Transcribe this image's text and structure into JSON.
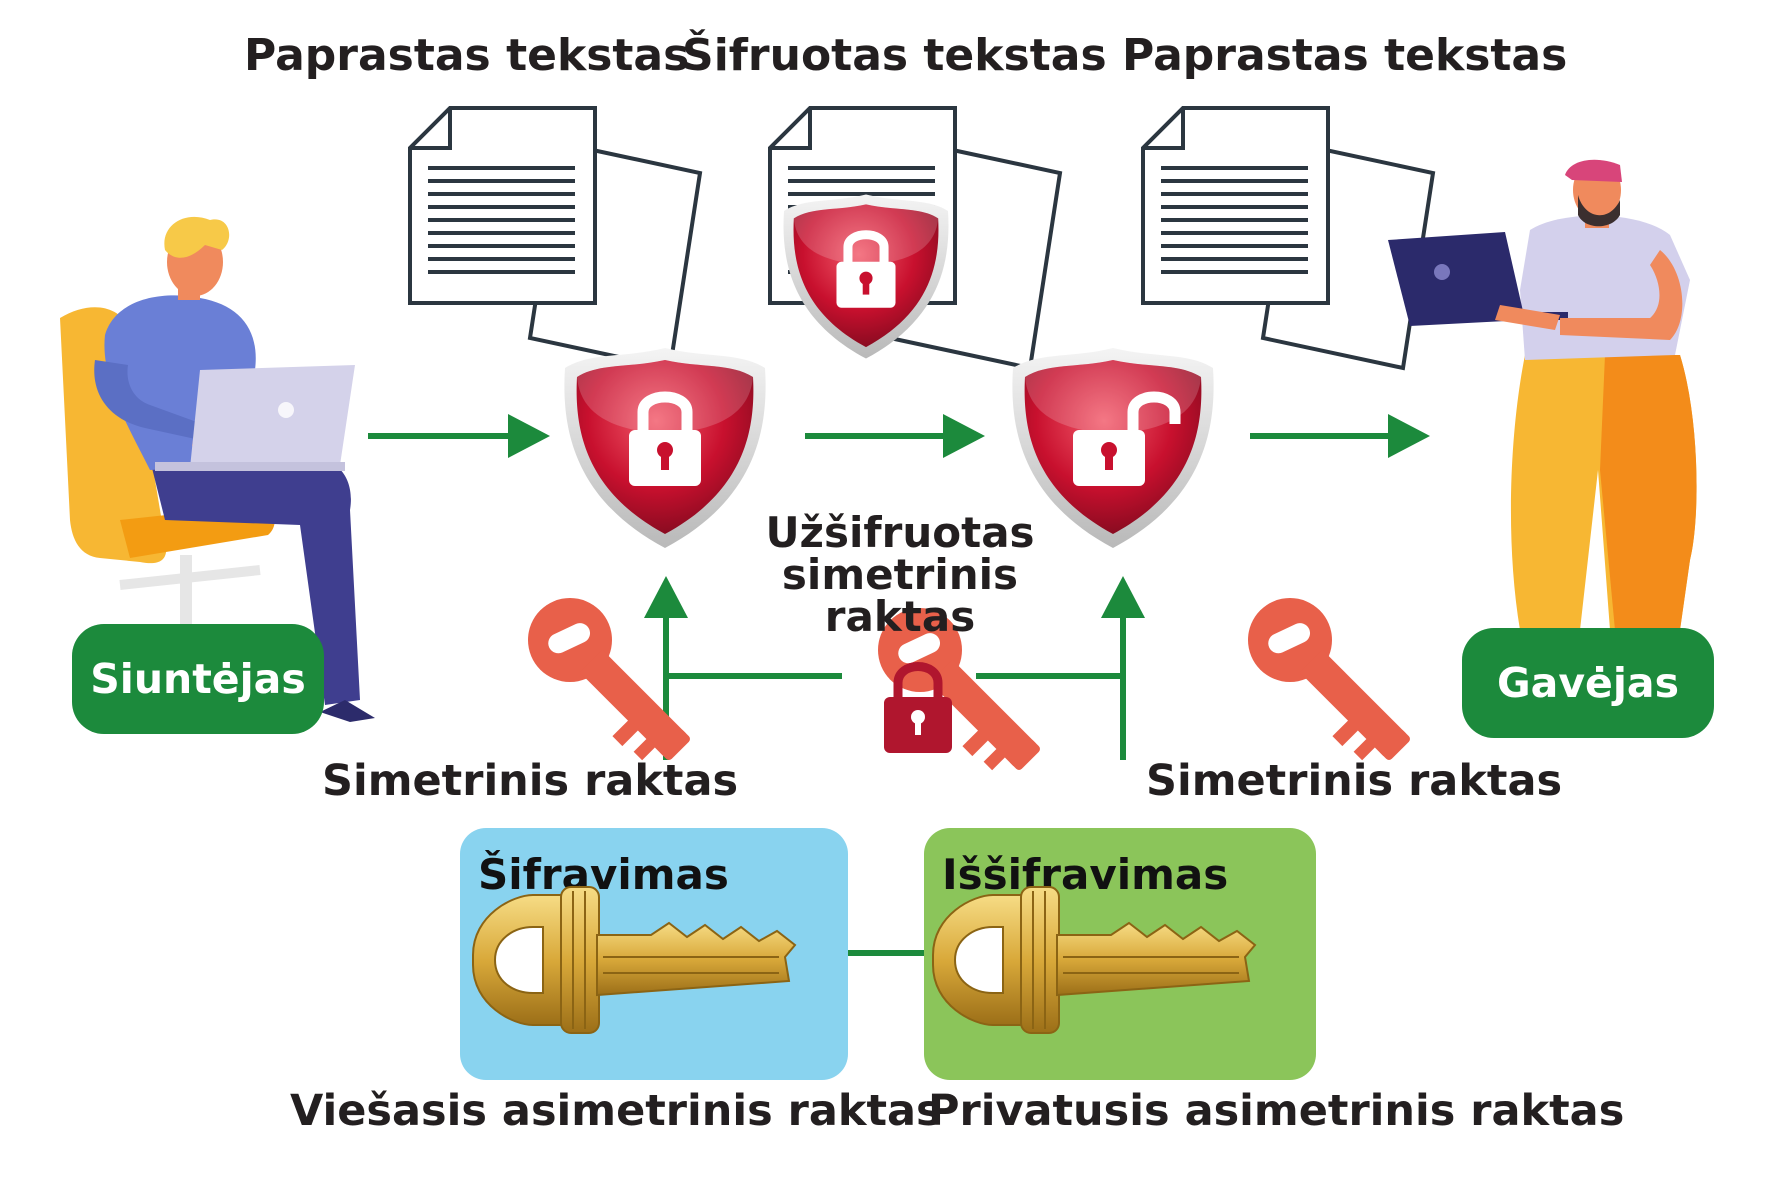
{
  "labels": {
    "plaintext_left": "Paprastas tekstas",
    "ciphertext": "Šifruotas tekstas",
    "plaintext_right": "Paprastas tekstas",
    "encrypted_symmetric_key": "Užšifruotas\nsimetrinis raktas",
    "symmetric_key_left": "Simetrinis raktas",
    "symmetric_key_right": "Simetrinis raktas",
    "public_key": "Viešasis asimetrinis raktas",
    "private_key": "Privatusis asimetrinis raktas"
  },
  "actors": {
    "sender": "Siuntėjas",
    "receiver": "Gavėjas"
  },
  "panels": {
    "encryption": "Šifravimas",
    "decryption": "Iššifravimas"
  },
  "colors": {
    "arrow_green": "#1c8a3c",
    "pill_green": "#1c8a3c",
    "shield_red": "#c8102e",
    "key_orange": "#e8604a",
    "encryption_bg": "#89d3ef",
    "decryption_bg": "#8bc55a",
    "gold_key": "#d9a93a"
  },
  "icons": [
    "document-icon",
    "shield-lock-icon",
    "shield-unlock-icon",
    "symmetric-key-icon",
    "padlock-icon",
    "golden-key-icon",
    "arrow-right-icon",
    "arrow-up-icon",
    "person-sender",
    "person-receiver",
    "laptop-icon",
    "chair-icon"
  ]
}
